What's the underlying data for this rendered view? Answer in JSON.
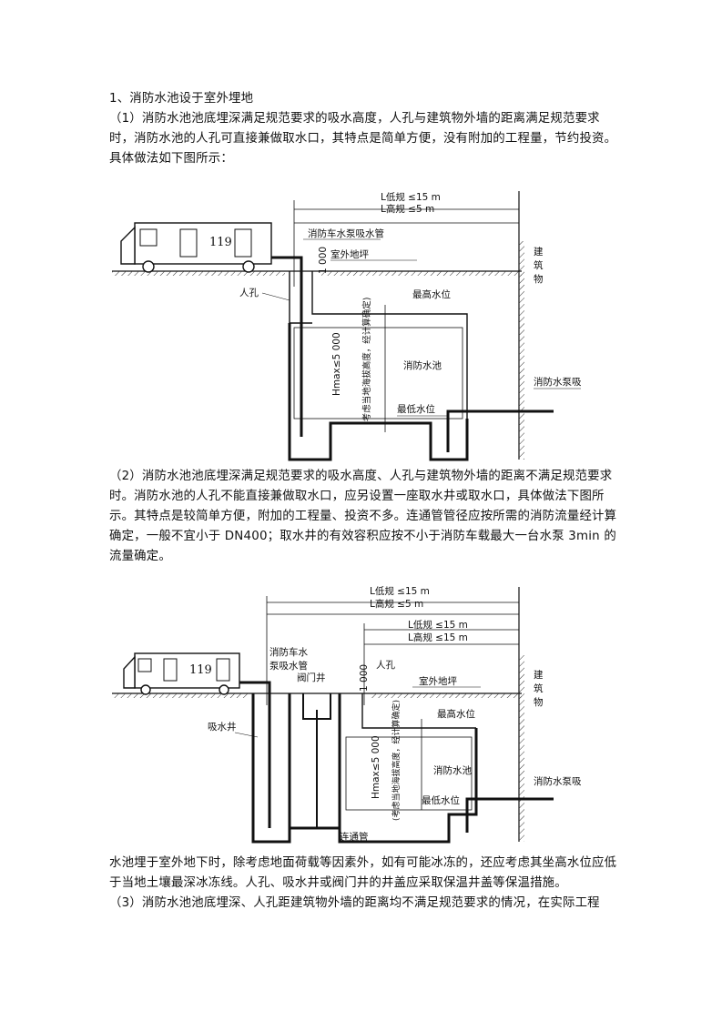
{
  "section": {
    "heading": "1、消防水池设于室外埋地",
    "p1": "（1）消防水池池底埋深满足规范要求的吸水高度，人孔与建筑物外墙的距离满足规范要求时，消防水池的人孔可直接兼做取水口，其特点是简单方便，没有附加的工程量，节约投资。具体做法如下图所示：",
    "p2": "（2）消防水池池底埋深满足规范要求的吸水高度、人孔与建筑物外墙的距离不满足规范要求时。消防水池的人孔不能直接兼做取水口，应另设置一座取水井或取水口，具体做法下图所示。其特点是较简单方便，附加的工程量、投资不多。连通管管径应按所需的消防流量经计算确定，一般不宜小于 DN400；取水井的有效容积应按不小于消防车载最大一台水泵 3min 的流量确定。",
    "p3": "水池埋于室外地下时，除考虑地面荷载等因素外，如有可能冰冻的，还应考虑其坐高水位应低于当地土壤最深冰冻线。人孔、吸水井或阀门井的井盖应采取保温井盖等保温措施。",
    "p4": "（3）消防水池池底埋深、人孔距建筑物外墙的距离均不满足规范要求的情况，在实际工程"
  },
  "figure1": {
    "dim_low": "L低规 ≤15 m",
    "dim_high": "L高规 ≤5 m",
    "truck_number": "119",
    "truck_pipe": "消防车水泵吸水管",
    "ground": "室外地坪",
    "building": "建筑物",
    "manhole": "人孔",
    "depth": "1 000",
    "max_level": "最高水位",
    "pool": "消防水池",
    "hmax": "Hmax≤5 000",
    "hmax_note": "(考虑当地海拔高度，经计算确定)",
    "min_level": "最低水位",
    "pump_pipe": "消防水泵吸水管"
  },
  "figure2": {
    "dim_low_outer": "L低规 ≤15 m",
    "dim_high_outer": "L高规 ≤5 m",
    "dim_low_inner": "L低规 ≤15 m",
    "dim_high_inner": "L高规 ≤15 m",
    "truck_number": "119",
    "truck_pipe_line1": "消防车水",
    "truck_pipe_line2": "泵吸水管",
    "valve_well": "阀门井",
    "manhole": "人孔",
    "depth": "1 000",
    "ground": "室外地坪",
    "building": "建筑物",
    "suction_well": "吸水井",
    "max_level": "最高水位",
    "pool": "消防水池",
    "hmax": "Hmax≤5 000",
    "hmax_note": "(考虑当地海拔高度，经计算确定)",
    "min_level": "最低水位",
    "pump_pipe": "消防水泵吸水管",
    "connect_pipe": "连通管"
  }
}
